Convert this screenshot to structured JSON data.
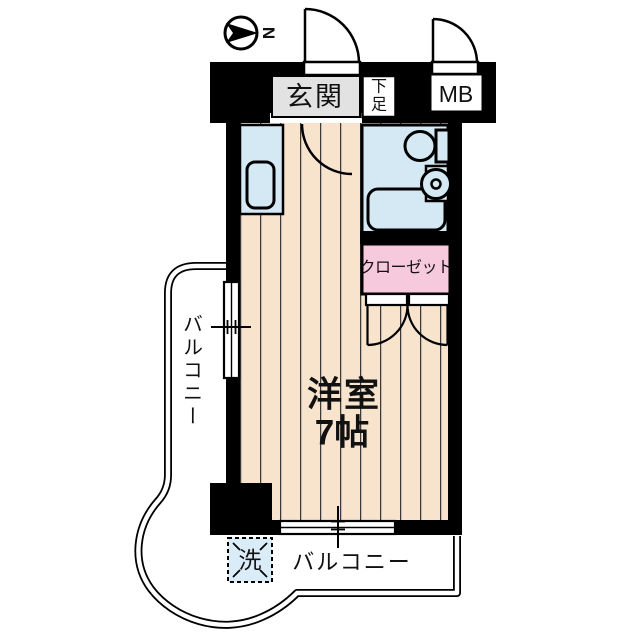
{
  "plan": {
    "compass_label": "N",
    "entrance": "玄関",
    "shoe_storage": "下足",
    "meter_box": "MB",
    "closet": "クローゼット",
    "room_name": "洋室",
    "room_size": "7帖",
    "balcony_left": "バルコニー",
    "balcony_bottom": "バルコニー",
    "washing_machine": "洗"
  },
  "colors": {
    "wall": "#000000",
    "floor": "#f8e3cd",
    "floor_stripe": "#3a3a3a",
    "water_area": "#d5e9f5",
    "closet_fill": "#f7c9dc",
    "entrance_floor": "#e2e2e2",
    "washer_fill": "#daecf7",
    "outline": "#000000",
    "background": "#ffffff"
  }
}
